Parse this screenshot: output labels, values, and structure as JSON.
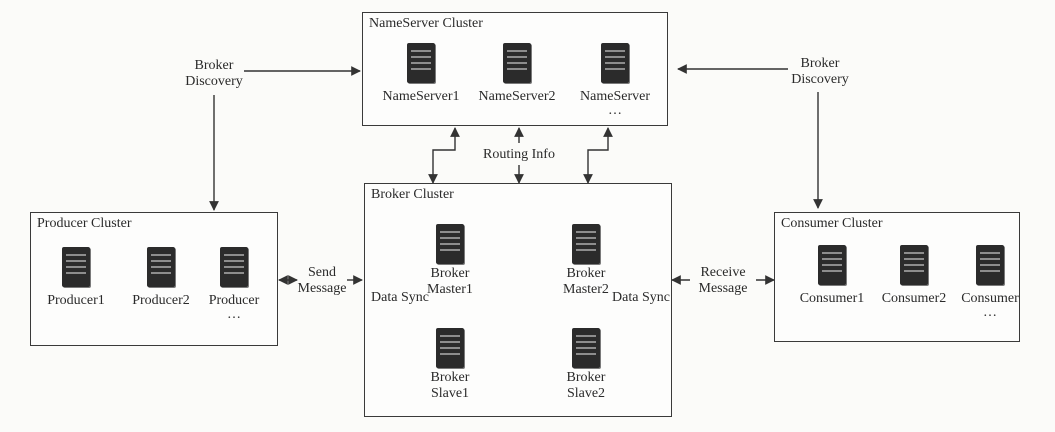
{
  "clusters": {
    "nameserver": {
      "title": "NameServer Cluster",
      "nodes": [
        "NameServer1",
        "NameServer2",
        "NameServer"
      ],
      "ellipsis": "…"
    },
    "broker": {
      "title": "Broker Cluster",
      "master1": [
        "Broker",
        "Master1"
      ],
      "master2": [
        "Broker",
        "Master2"
      ],
      "slave1": [
        "Broker",
        "Slave1"
      ],
      "slave2": [
        "Broker",
        "Slave2"
      ]
    },
    "producer": {
      "title": "Producer Cluster",
      "nodes": [
        "Producer1",
        "Producer2",
        "Producer"
      ],
      "ellipsis": "…"
    },
    "consumer": {
      "title": "Consumer Cluster",
      "nodes": [
        "Consumer1",
        "Consumer2",
        "Consumer"
      ],
      "ellipsis": "…"
    }
  },
  "labels": {
    "broker_discovery_left": [
      "Broker",
      "Discovery"
    ],
    "broker_discovery_right": [
      "Broker",
      "Discovery"
    ],
    "routing_info": "Routing Info",
    "send_message": [
      "Send",
      "Message"
    ],
    "receive_message": [
      "Receive",
      "Message"
    ],
    "data_sync_left": "Data Sync",
    "data_sync_right": "Data Sync"
  }
}
